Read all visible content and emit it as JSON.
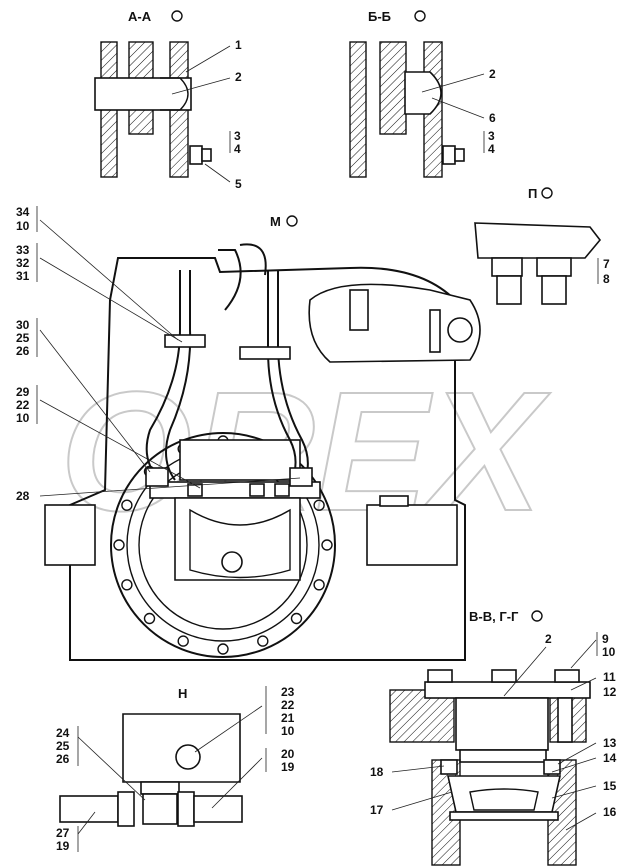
{
  "watermark": "OREX",
  "views": {
    "aa": {
      "title": "А-А",
      "labels": [
        "1",
        "2",
        "3",
        "4",
        "5"
      ]
    },
    "bb": {
      "title": "Б-Б",
      "labels": [
        "2",
        "6",
        "3",
        "4"
      ]
    },
    "m": {
      "title": "М"
    },
    "p": {
      "title": "П",
      "labels": [
        "7",
        "8"
      ]
    },
    "h": {
      "title": "Н",
      "labels_right": [
        "23",
        "22",
        "21",
        "10",
        "20",
        "19"
      ],
      "labels_left": [
        "24",
        "25",
        "26",
        "27",
        "19"
      ]
    },
    "vg": {
      "title": "В-В, Г-Г",
      "labels": [
        "2",
        "9",
        "10",
        "11",
        "12",
        "13",
        "14",
        "15",
        "16",
        "17",
        "18"
      ]
    }
  },
  "main_labels": [
    "34",
    "10",
    "33",
    "32",
    "31",
    "30",
    "25",
    "26",
    "29",
    "22",
    "10",
    "28"
  ]
}
